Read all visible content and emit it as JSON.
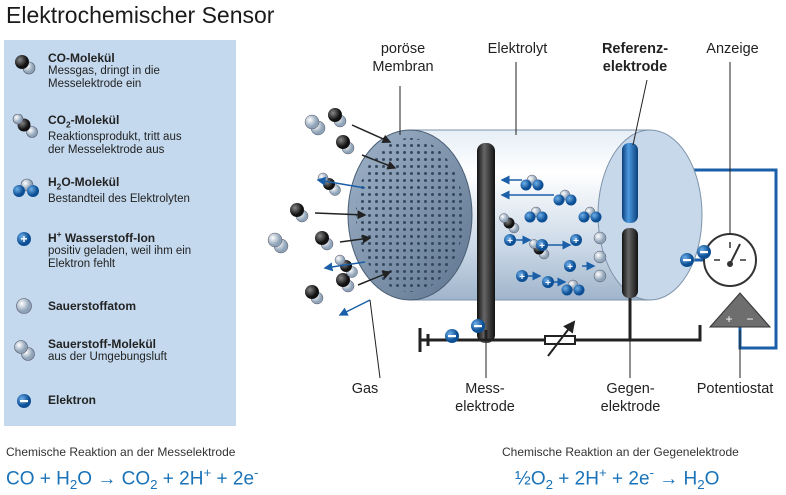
{
  "title": "Elektrochemischer Sensor",
  "legend": [
    {
      "key": "co",
      "name": "CO-Molekül",
      "desc1": "Messgas, dringt in die",
      "desc2": "Messelektrode ein"
    },
    {
      "key": "co2",
      "name_pre": "CO",
      "name_sub": "2",
      "name_post": "-Molekül",
      "desc1": "Reaktionsprodukt, tritt aus",
      "desc2": "der Messelektrode aus"
    },
    {
      "key": "h2o",
      "name_pre": "H",
      "name_sub": "2",
      "name_post": "O-Molekül",
      "desc1": "Bestandteil des Elektrolyten",
      "desc2": ""
    },
    {
      "key": "hplus",
      "name_pre": "H",
      "name_sup": "+",
      "name_post": " Wasserstoff-Ion",
      "desc1": "positiv geladen, weil ihm ein",
      "desc2": "Elektron fehlt"
    },
    {
      "key": "o",
      "name": "Sauerstoffatom",
      "desc1": "",
      "desc2": ""
    },
    {
      "key": "o2",
      "name": "Sauerstoff-Molekül",
      "desc1": "aus der Umgebungsluft",
      "desc2": ""
    },
    {
      "key": "e",
      "name": "Elektron",
      "desc1": "",
      "desc2": ""
    }
  ],
  "labels": {
    "membrane": [
      "poröse",
      "Membran"
    ],
    "electrolyte": "Elektrolyt",
    "reference": [
      "Referenz-",
      "elektrode"
    ],
    "display": "Anzeige",
    "gas": "Gas",
    "measuring": [
      "Mess-",
      "elektrode"
    ],
    "counter": [
      "Gegen-",
      "elektrode"
    ],
    "potentiostat": "Potentiostat"
  },
  "potentiostat_signs": {
    "plus": "+",
    "minus": "−"
  },
  "reactions": {
    "left_caption": "Chemische Reaktion an der Messelektrode",
    "right_caption": "Chemische Reaktion an der Gegenelektrode",
    "left_eq": {
      "a": "CO + H",
      "a_sub": "2",
      "b": "O → CO",
      "b_sub": "2",
      "c": " + 2H",
      "c_sup": "+",
      "d": " + 2e",
      "d_sup": "-"
    },
    "right_eq": {
      "a": "½O",
      "a_sub": "2",
      "b": " + 2H",
      "b_sup": "+",
      "c": " + 2e",
      "c_sup": "-",
      "d": " → H",
      "d_sub": "2",
      "e": "O"
    }
  },
  "colors": {
    "legend_bg": "#c4d9ee",
    "accent": "#1a73b8",
    "electrode": "#333333",
    "wire": "#1a5fa8"
  }
}
